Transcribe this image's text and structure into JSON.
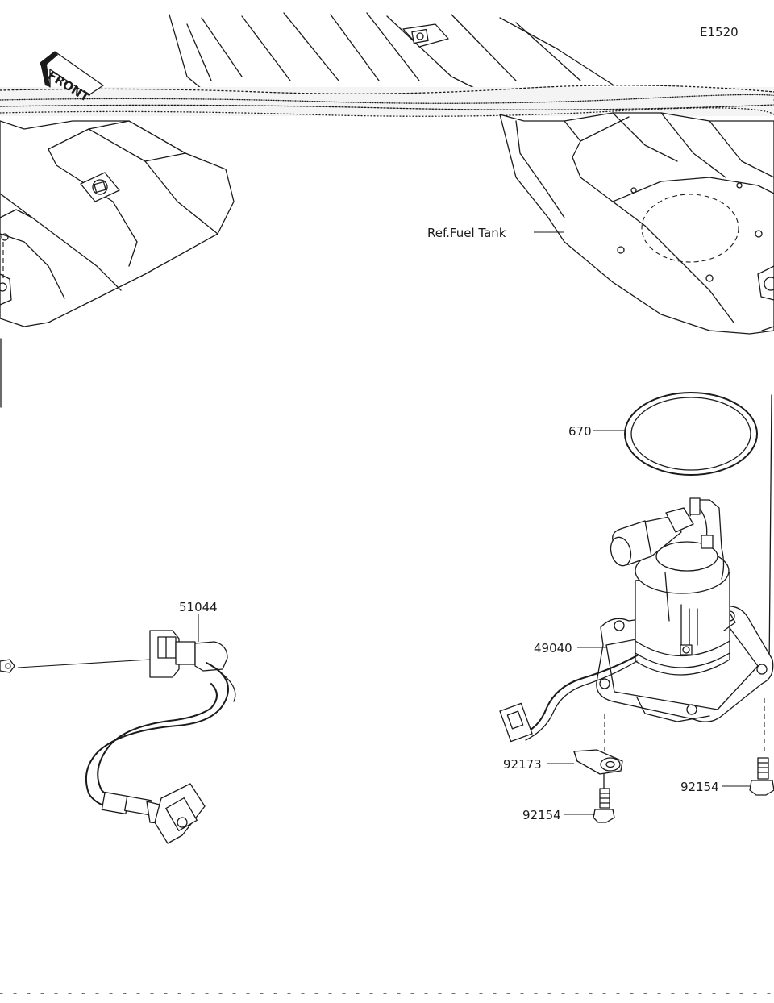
{
  "diagram": {
    "code": "E1520",
    "front_mark": "FRONT",
    "labels": {
      "ref_fuel_tank": "Ref.Fuel Tank",
      "p670": "670",
      "p51044": "51044",
      "p49040": "49040",
      "p92173": "92173",
      "p92154_left": "92154",
      "p92154_right": "92154"
    }
  }
}
